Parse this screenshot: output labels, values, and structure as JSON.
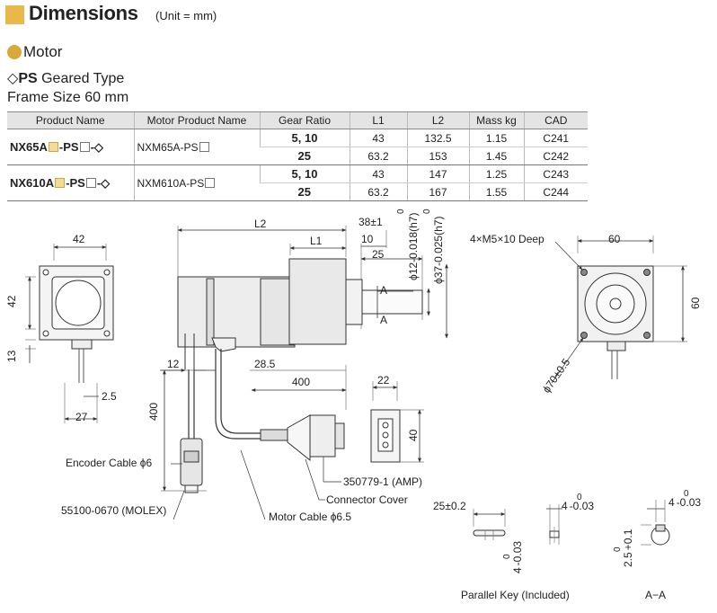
{
  "header": {
    "title": "Dimensions",
    "unit": "(Unit = mm)",
    "accent_color": "#e8b84a"
  },
  "section": {
    "title": "Motor",
    "type_symbol": "◇",
    "type_code": "PS",
    "type_name": "Geared Type",
    "frame_size": "Frame Size 60 mm"
  },
  "table": {
    "headers": [
      "Product Name",
      "Motor Product Name",
      "Gear Ratio",
      "L1",
      "L2",
      "Mass kg",
      "CAD"
    ],
    "groups": [
      {
        "product_prefix": "NX65A",
        "product_mid": "-PS",
        "product_suffix": "-◇",
        "motor_prefix": "NXM65A-PS",
        "rows": [
          {
            "gear_ratio": "5, 10",
            "l1": "43",
            "l2": "132.5",
            "mass": "1.15",
            "cad": "C241"
          },
          {
            "gear_ratio": "25",
            "l1": "63.2",
            "l2": "153",
            "mass": "1.45",
            "cad": "C242"
          }
        ]
      },
      {
        "product_prefix": "NX610A",
        "product_mid": "-PS",
        "product_suffix": "-◇",
        "motor_prefix": "NXM610A-PS",
        "rows": [
          {
            "gear_ratio": "5, 10",
            "l1": "43",
            "l2": "147",
            "mass": "1.25",
            "cad": "C243"
          },
          {
            "gear_ratio": "25",
            "l1": "63.2",
            "l2": "167",
            "mass": "1.55",
            "cad": "C244"
          }
        ]
      }
    ]
  },
  "drawing": {
    "left_view": {
      "dim_top": "42",
      "dim_side": "42",
      "dim_bottom_offset": "13",
      "dim_key": "2.5",
      "dim_base": "27"
    },
    "side_view": {
      "l2": "L2",
      "l1": "L1",
      "d38": "38",
      "d38_tol": "±1",
      "d10": "10",
      "d25": "25",
      "shaft1": "ϕ12",
      "shaft1_tol": "-0.018(h7)",
      "shaft2": "ϕ37",
      "shaft2_tol": "-0.025(h7)",
      "tol_zero": "0",
      "section_mark": "A",
      "d12": "12",
      "d28_5": "28.5",
      "d400_h": "400",
      "d400_v": "400"
    },
    "connector": {
      "d22": "22",
      "d40": "40",
      "part": "350779-1 (AMP)",
      "cover": "Connector Cover"
    },
    "cables": {
      "encoder": "Encoder Cable ϕ6",
      "molex": "55100-0670 (MOLEX)",
      "motor": "Motor Cable ϕ6.5"
    },
    "front_view": {
      "tapped": "4×M5×10 Deep",
      "d60_top": "60",
      "d60_side": "60",
      "pcd": "ϕ70",
      "pcd_tol": "±0.5"
    },
    "key": {
      "length": "25",
      "length_tol": "±0.2",
      "width": "4",
      "width_tol": "-0.03",
      "tol_zero": "0",
      "depth": "2.5",
      "depth_tol": "+0.1",
      "label": "Parallel Key (Included)",
      "section_label": "A−A"
    }
  }
}
